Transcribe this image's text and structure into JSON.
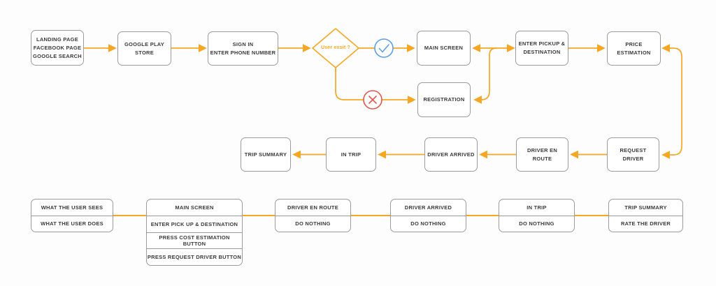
{
  "colors": {
    "accent_orange": "#f5a623",
    "yes_blue": "#5c9fe3",
    "no_red": "#e2574c",
    "box_border_gray": "#9b9b9b",
    "text_dark": "#3b3b3b",
    "background": "#fdfdfd"
  },
  "flow": {
    "entry": {
      "label": "LANDING PAGE\nFACEBOOK PAGE\nGOOGLE SEARCH"
    },
    "store": {
      "label": "GOOGLE PLAY\nSTORE"
    },
    "signin": {
      "label": "SIGN IN\nENTER PHONE NUMBER"
    },
    "decision": {
      "label": "User exsit ?"
    },
    "yes_icon": "check-circle",
    "no_icon": "cross-circle",
    "main_screen": {
      "label": "MAIN SCREEN"
    },
    "registration": {
      "label": "REGISTRATION"
    },
    "enter_pickup": {
      "label": "ENTER PICKUP &\nDESTINATION"
    },
    "price_estimation": {
      "label": "PRICE ESTIMATION"
    },
    "request_driver": {
      "label": "REQUEST DRIVER"
    },
    "driver_en_route": {
      "label": "DRIVER EN ROUTE"
    },
    "driver_arrived": {
      "label": "DRIVER ARRIVED"
    },
    "in_trip": {
      "label": "IN TRIP"
    },
    "trip_summary": {
      "label": "TRIP SUMMARY"
    }
  },
  "lane": {
    "legend": {
      "rows": [
        "WHAT THE USER SEES",
        "WHAT THE USER DOES"
      ]
    },
    "columns": [
      {
        "rows": [
          "MAIN SCREEN",
          "ENTER PICK UP & DESTINATION",
          "PRESS COST ESTIMATION BUTTON",
          "PRESS REQUEST DRIVER BUTTON"
        ]
      },
      {
        "rows": [
          "DRIVER EN ROUTE",
          "DO NOTHING"
        ]
      },
      {
        "rows": [
          "DRIVER ARRIVED",
          "DO NOTHING"
        ]
      },
      {
        "rows": [
          "IN TRIP",
          "DO NOTHING"
        ]
      },
      {
        "rows": [
          "TRIP SUMMARY",
          "RATE THE DRIVER"
        ]
      }
    ]
  }
}
